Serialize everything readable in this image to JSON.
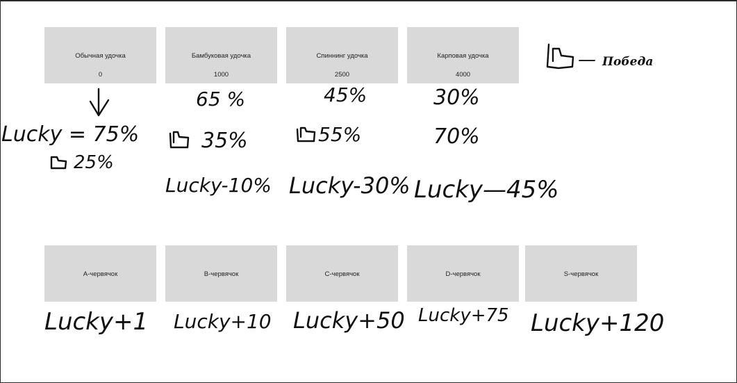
{
  "rods": [
    {
      "name": "Обычная удочка",
      "price": "0"
    },
    {
      "name": "Бамбуковая удочка",
      "price": "1000"
    },
    {
      "name": "Спиннинг удочка",
      "price": "2500"
    },
    {
      "name": "Карповая удочка",
      "price": "4000"
    }
  ],
  "legend": {
    "dash": "—",
    "label": "Победа"
  },
  "rod_notes": [
    {
      "lucky": "Lucky = 75%",
      "win": "25%"
    },
    {
      "top": "65 %",
      "win": "35%",
      "lucky": "Lucky-10%"
    },
    {
      "top": "45%",
      "win": "55%",
      "lucky": "Lucky-30%"
    },
    {
      "top": "30%",
      "win": "70%",
      "lucky": "Lucky—45%"
    }
  ],
  "worms": [
    {
      "name": "A-червячок",
      "note": "Lucky+1"
    },
    {
      "name": "B-червячок",
      "note": "Lucky+10"
    },
    {
      "name": "C-червячок",
      "note": "Lucky+50"
    },
    {
      "name": "D-червячок",
      "note": "Lucky+75"
    },
    {
      "name": "S-червячок",
      "note": "Lucky+120"
    }
  ]
}
